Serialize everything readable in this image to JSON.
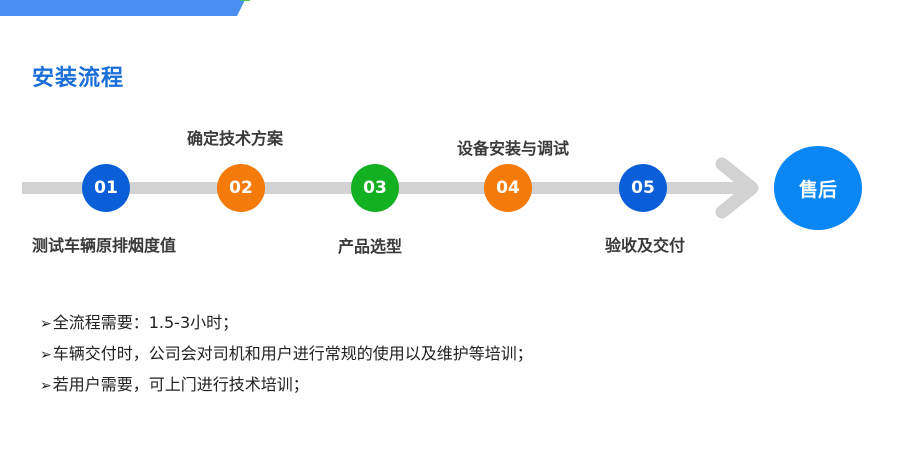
{
  "title": "安装流程",
  "steps": [
    {
      "num": "01",
      "label": "测试车辆原排烟度值",
      "color": "#0a5fd8"
    },
    {
      "num": "02",
      "label": "确定技术方案",
      "color": "#f47a0a"
    },
    {
      "num": "03",
      "label": "产品选型",
      "color": "#13b021"
    },
    {
      "num": "04",
      "label": "设备安装与调试",
      "color": "#f47a0a"
    },
    {
      "num": "05",
      "label": "验收及交付",
      "color": "#0a5fd8"
    }
  ],
  "final_step": {
    "label": "售后",
    "color": "#0a86f5"
  },
  "notes": [
    "全流程需要：1.5-3小时；",
    "车辆交付时，公司会对司机和用户进行常规的使用以及维护等培训；",
    "若用户需要，可上门进行技术培训；"
  ],
  "bullet_symbol": "➢",
  "colors": {
    "accent": "#1a6ed8",
    "flow_line": "#d2d2d2",
    "top_bar_blue": "#4a8ff0",
    "top_bar_green": "#4fc36a"
  },
  "icons": {
    "flow_arrow": "arrow-right-icon"
  }
}
